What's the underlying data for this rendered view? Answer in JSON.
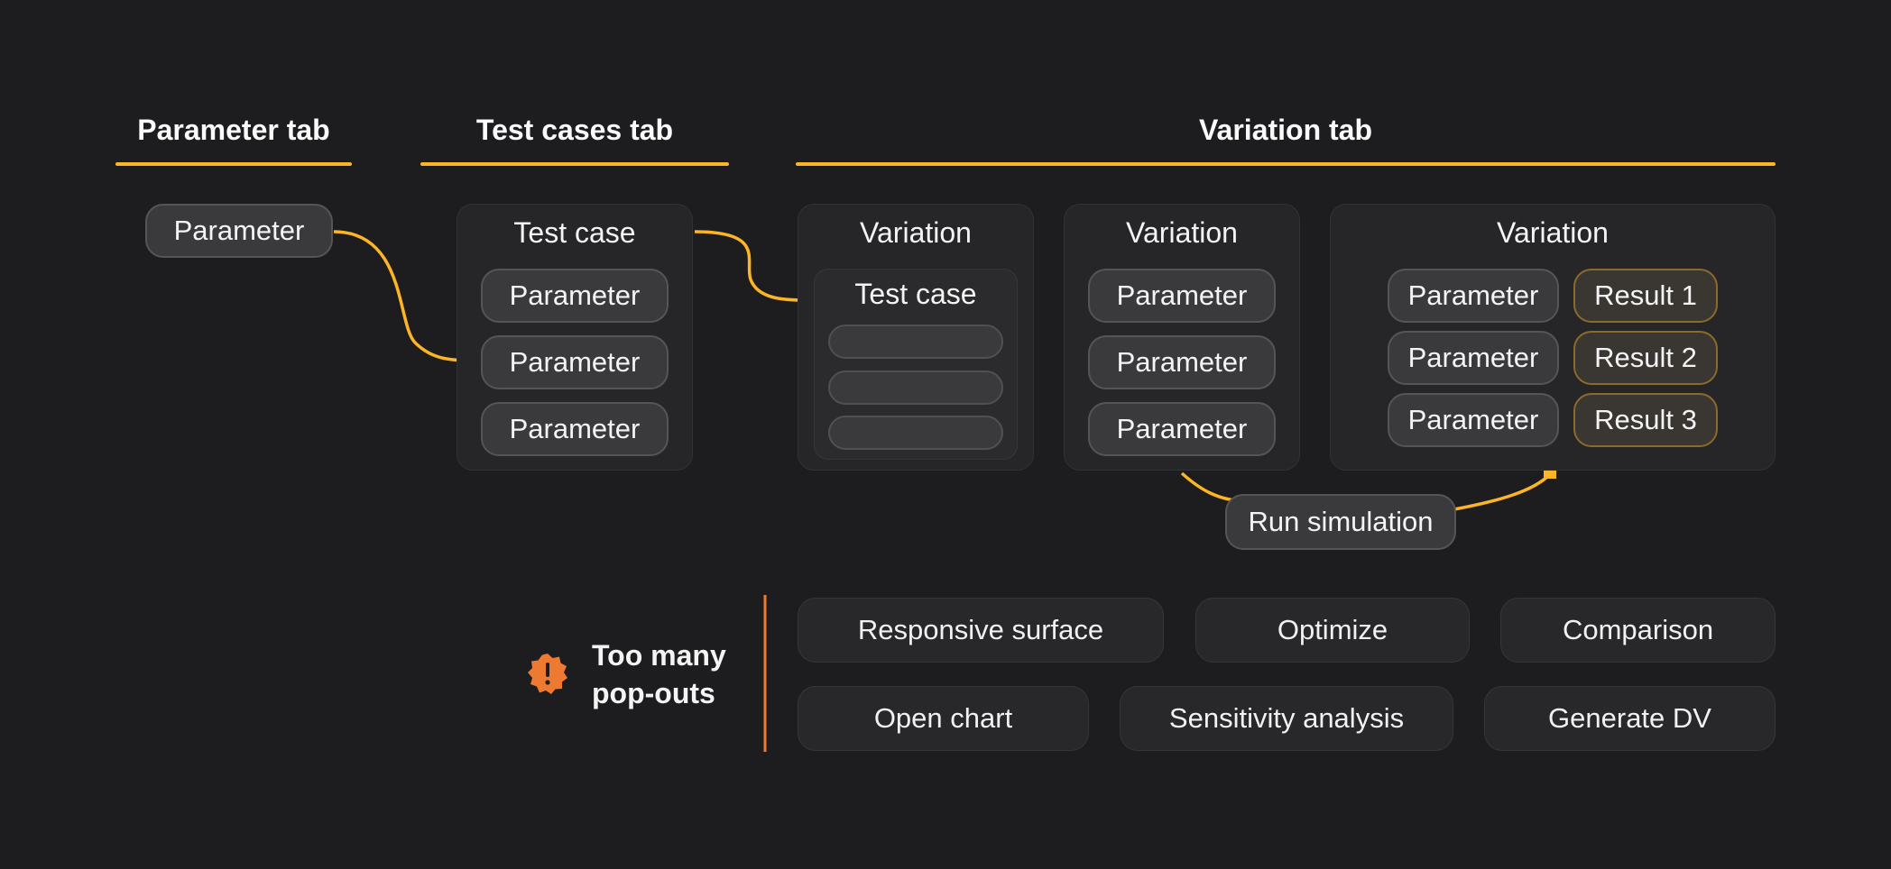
{
  "tabs": {
    "parameter": "Parameter tab",
    "test_cases": "Test cases tab",
    "variation": "Variation tab"
  },
  "parameter_tab": {
    "pill": "Parameter"
  },
  "test_cases_tab": {
    "title": "Test case",
    "params": [
      "Parameter",
      "Parameter",
      "Parameter"
    ]
  },
  "variation_1": {
    "title": "Variation",
    "inner_title": "Test case"
  },
  "variation_2": {
    "title": "Variation",
    "params": [
      "Parameter",
      "Parameter",
      "Parameter"
    ]
  },
  "variation_3": {
    "title": "Variation",
    "params": [
      "Parameter",
      "Parameter",
      "Parameter"
    ],
    "results": [
      "Result 1",
      "Result 2",
      "Result 3"
    ]
  },
  "run_simulation": "Run simulation",
  "warning": {
    "line1": "Too many",
    "line2": "pop-outs",
    "icon": "alert-badge-icon"
  },
  "actions": {
    "row1": [
      "Responsive surface",
      "Optimize",
      "Comparison"
    ],
    "row2": [
      "Open chart",
      "Sensitivity analysis",
      "Generate DV"
    ]
  },
  "colors": {
    "accent": "#fbb526",
    "warning": "#ee7a32",
    "background": "#1d1d1f"
  }
}
